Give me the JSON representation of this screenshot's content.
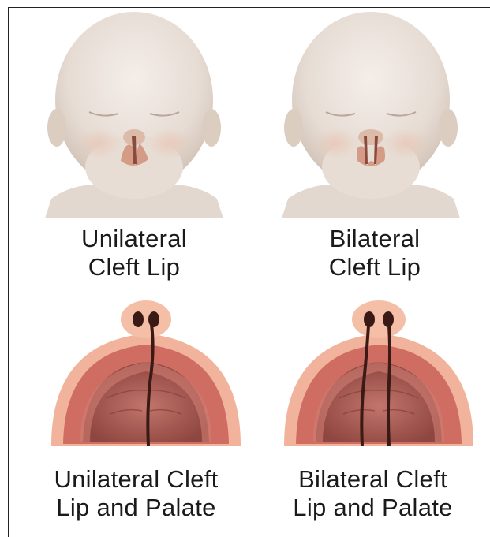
{
  "panels": [
    {
      "id": "unilateral-lip",
      "line1": "Unilateral",
      "line2": "Cleft Lip"
    },
    {
      "id": "bilateral-lip",
      "line1": "Bilateral",
      "line2": "Cleft Lip"
    },
    {
      "id": "unilateral-palate",
      "line1": "Unilateral Cleft",
      "line2": "Lip and Palate"
    },
    {
      "id": "bilateral-palate",
      "line1": "Bilateral Cleft",
      "line2": "Lip and Palate"
    }
  ],
  "colors": {
    "skin": "#ece3dc",
    "skin_shadow": "#d8c8bc",
    "lip": "#d9a08c",
    "gum_outer": "#f2b59c",
    "gum_inner": "#c9645e",
    "palate": "#b0625c",
    "cleft": "#3a1a14"
  }
}
